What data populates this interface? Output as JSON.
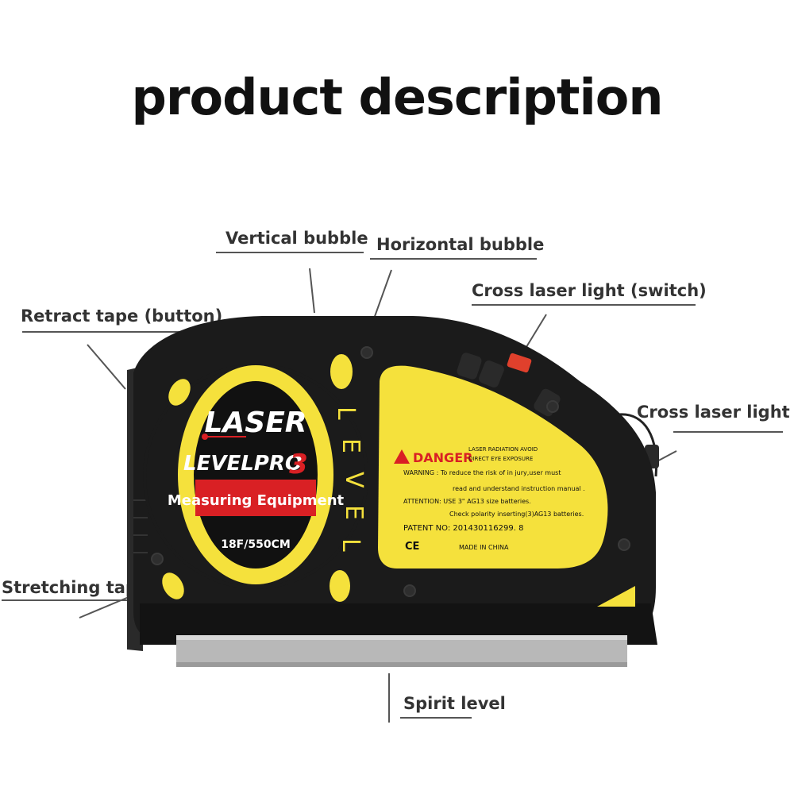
{
  "title": "product description",
  "callouts": {
    "vertical_bubble": "Vertical bubble",
    "horizontal_bubble": "Horizontal bubble",
    "cross_laser_switch": "Cross laser light (switch)",
    "retract_tape": "Retract tape (button)",
    "cross_laser_light": "Cross laser light",
    "stretching_tape": "Stretching tape",
    "spirit_level": "Spirit level"
  },
  "device": {
    "brand_line1": "LASER",
    "brand_line2": "LEVELPRO",
    "model_number": "3",
    "subtitle": "Measuring Equipment",
    "size": "18F/550CM",
    "side_letters": [
      "L",
      "E",
      "V",
      "E",
      "L"
    ],
    "danger_title": "DANGER",
    "danger_sub1": "LASER RADIATION AVOID",
    "danger_sub2": "DIRECT EYE EXPOSURE",
    "warning_line1": "WARNING : To reduce the risk of in jury,user must",
    "warning_line2": "read and understand instruction manual .",
    "attention_line1": "ATTENTION: USE 3\" AG13 size batteries.",
    "attention_line2": "Check polarity inserting(3)AG13 batteries.",
    "patent": "PATENT NO: 201430116299. 8",
    "made_in": "MADE IN CHINA",
    "marks": "CE"
  },
  "colors": {
    "body": "#1b1b1b",
    "yellow": "#f5e13c",
    "red": "#d92024",
    "steel": "#b8b8b8"
  }
}
